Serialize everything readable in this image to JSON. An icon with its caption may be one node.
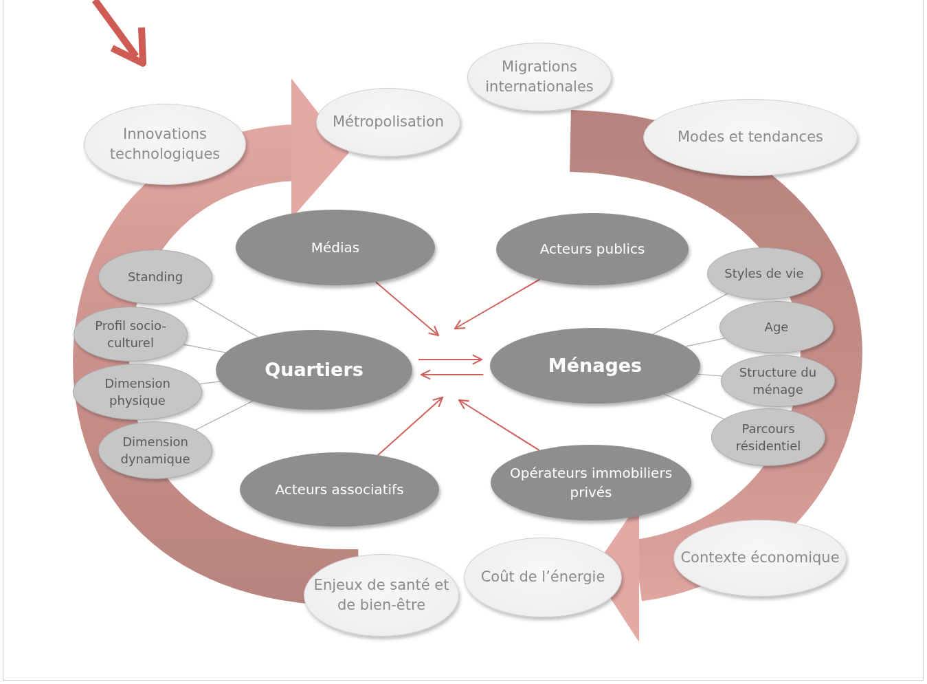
{
  "diagram": {
    "nodes": [
      {
        "text": [
          "Innovations technologiques"
        ]
      },
      {
        "text": [
          "Métropolisation"
        ]
      },
      {
        "text": [
          "Migrations internationales"
        ]
      },
      {
        "text": [
          "Modes et tendances"
        ]
      },
      {
        "text": [
          "Médias"
        ]
      },
      {
        "text": [
          "Acteurs publics"
        ]
      },
      {
        "text": [
          "Standing"
        ]
      },
      {
        "text": [
          "Profil socio-culturel"
        ]
      },
      {
        "text": [
          "Quartiers"
        ]
      },
      {
        "text": [
          "Ménages"
        ]
      },
      {
        "text": [
          "Styles de vie"
        ]
      },
      {
        "text": [
          "Dimension physique"
        ]
      },
      {
        "text": [
          "Age"
        ]
      },
      {
        "text": [
          "Structure du ménage"
        ]
      },
      {
        "text": [
          "Dimension dynamique"
        ]
      },
      {
        "text": [
          "Parcours résidentiel"
        ]
      },
      {
        "text": [
          "Acteurs associatifs"
        ]
      },
      {
        "text": [
          "Opérateurs immobiliers privés"
        ]
      },
      {
        "text": [
          "Contexte économique"
        ]
      },
      {
        "text": [
          "Enjeux de santé et de bien-être"
        ]
      },
      {
        "text": [
          "Coût de l’énergie"
        ]
      }
    ],
    "edges": [
      {
        "from": 8,
        "to": 9,
        "arrow": "to",
        "color": "#d0605a"
      },
      {
        "from": 9,
        "to": 8,
        "arrow": "to",
        "color": "#d0605a"
      },
      {
        "from": 4,
        "to": null,
        "arrow": "to",
        "color": "#d0605a"
      },
      {
        "from": 5,
        "to": null,
        "arrow": "to",
        "color": "#d0605a"
      },
      {
        "from": 16,
        "to": null,
        "arrow": "to",
        "color": "#d0605a"
      },
      {
        "from": 17,
        "to": null,
        "arrow": "to",
        "color": "#d0605a"
      },
      {
        "from": 8,
        "to": 6,
        "arrow": "none"
      },
      {
        "from": 8,
        "to": 7,
        "arrow": "none"
      },
      {
        "from": 8,
        "to": 11,
        "arrow": "none"
      },
      {
        "from": 8,
        "to": 14,
        "arrow": "none"
      },
      {
        "from": 9,
        "to": 10,
        "arrow": "none"
      },
      {
        "from": 9,
        "to": 12,
        "arrow": "none"
      },
      {
        "from": 9,
        "to": 13,
        "arrow": "none"
      },
      {
        "from": 9,
        "to": 15,
        "arrow": "none"
      }
    ]
  }
}
